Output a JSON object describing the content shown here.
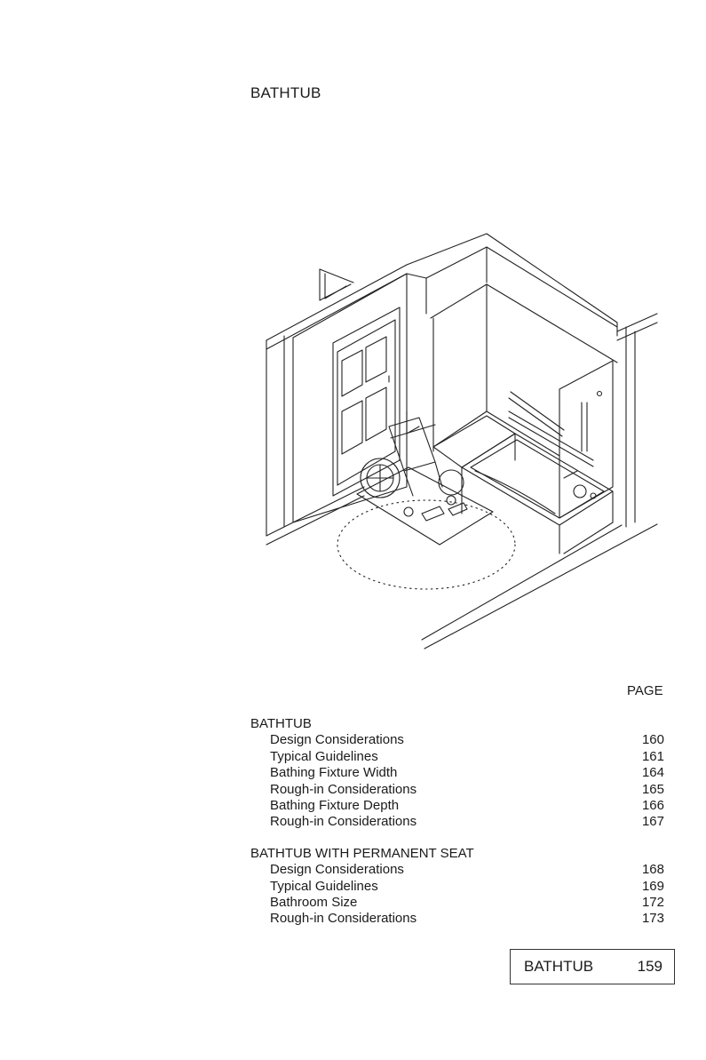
{
  "header": {
    "title": "BATHTUB"
  },
  "illustration": {
    "icon": "bathroom-wheelchair-illustration"
  },
  "toc": {
    "page_column_label": "PAGE",
    "sections": [
      {
        "heading": "BATHTUB",
        "entries": [
          {
            "label": "Design Considerations",
            "page": "160"
          },
          {
            "label": "Typical Guidelines",
            "page": "161"
          },
          {
            "label": "Bathing Fixture Width",
            "page": "164"
          },
          {
            "label": "Rough-in Considerations",
            "page": "165"
          },
          {
            "label": "Bathing Fixture Depth",
            "page": "166"
          },
          {
            "label": "Rough-in Considerations",
            "page": "167"
          }
        ]
      },
      {
        "heading": "BATHTUB WITH PERMANENT SEAT",
        "entries": [
          {
            "label": "Design Considerations",
            "page": "168"
          },
          {
            "label": "Typical Guidelines",
            "page": "169"
          },
          {
            "label": "Bathroom Size",
            "page": "172"
          },
          {
            "label": "Rough-in Considerations",
            "page": "173"
          }
        ]
      }
    ]
  },
  "footer": {
    "label": "BATHTUB",
    "page": "159"
  }
}
